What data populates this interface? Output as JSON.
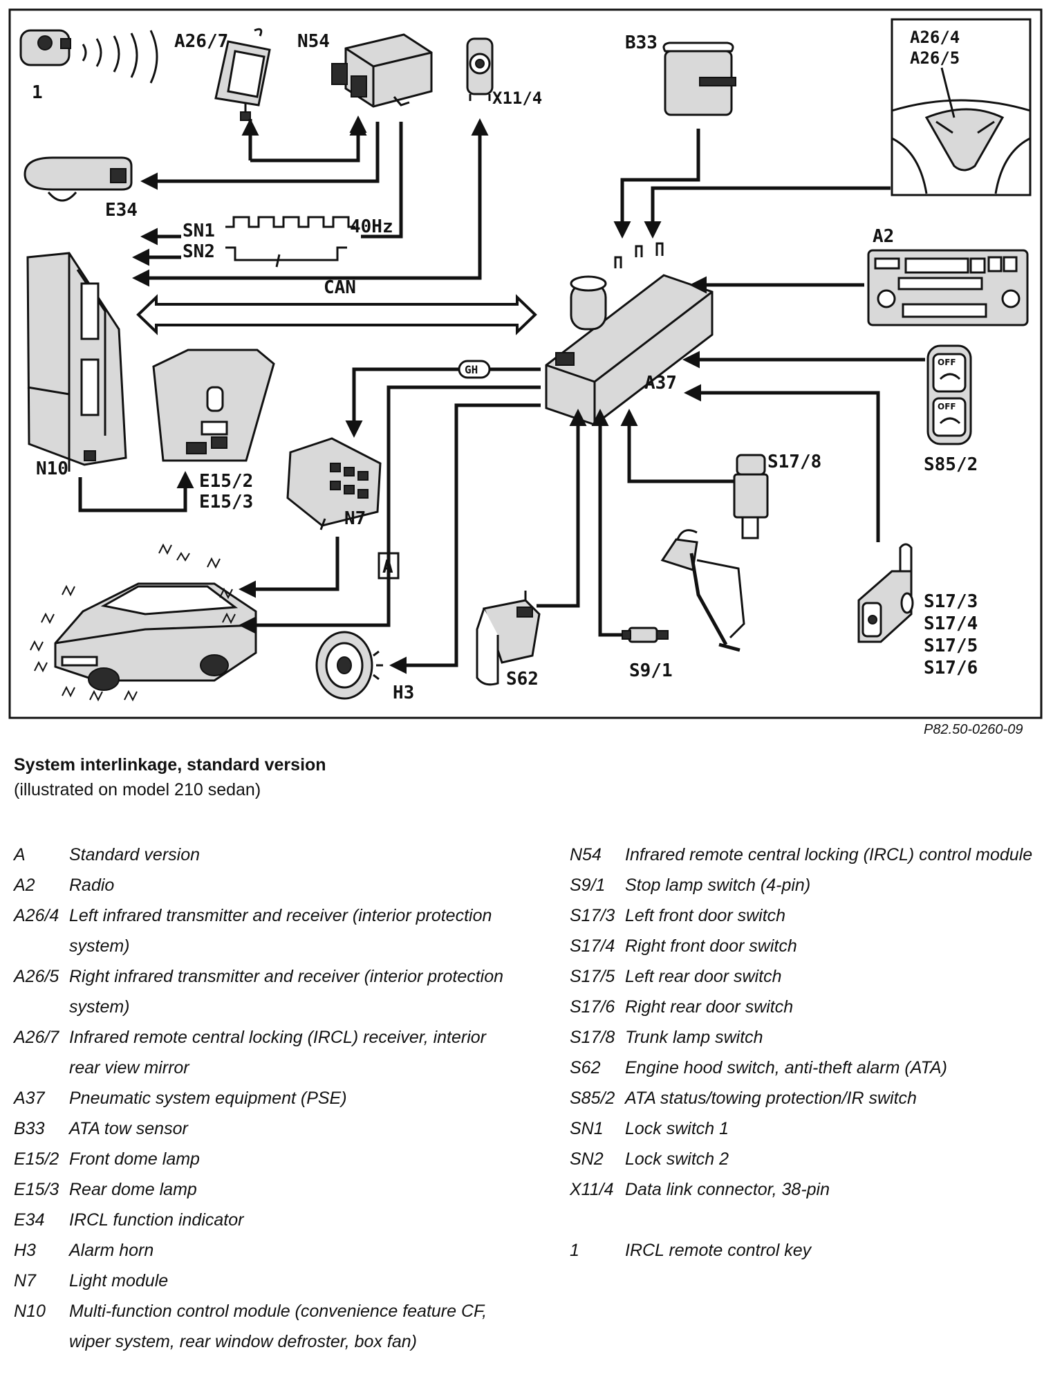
{
  "labels": {
    "key": "1",
    "a26_7": "A26/7",
    "n54": "N54",
    "x11_4": "X11/4",
    "b33": "B33",
    "a26_4": "A26/4",
    "a26_5": "A26/5",
    "e34": "E34",
    "sn1": "SN1",
    "sn2": "SN2",
    "hz": "40Hz",
    "can": "CAN",
    "a2": "A2",
    "n10": "N10",
    "e15_2": "E15/2",
    "e15_3": "E15/3",
    "n7": "N7",
    "a37": "A37",
    "gh": "GH",
    "s17_8": "S17/8",
    "s85_2": "S85/2",
    "a": "A",
    "s17_3": "S17/3",
    "s17_4": "S17/4",
    "s17_5": "S17/5",
    "s17_6": "S17/6",
    "h3": "H3",
    "s62": "S62",
    "s9_1": "S9/1",
    "off1": "OFF",
    "off2": "OFF"
  },
  "figure_code": "P82.50-0260-09",
  "caption": {
    "title": "System interlinkage, standard version",
    "subtitle": "(illustrated on model 210 sedan)"
  },
  "legend_left": [
    {
      "key": "A",
      "text": "Standard version"
    },
    {
      "key": "A2",
      "text": "Radio"
    },
    {
      "key": "A26/4",
      "text": "Left infrared transmitter and receiver (interior protection system)"
    },
    {
      "key": "A26/5",
      "text": "Right infrared transmitter and receiver (interior protection system)"
    },
    {
      "key": "A26/7",
      "text": "Infrared remote central locking (IRCL) receiver, interior rear view mirror"
    },
    {
      "key": "A37",
      "text": "Pneumatic system equipment (PSE)"
    },
    {
      "key": "B33",
      "text": "ATA tow sensor"
    },
    {
      "key": "E15/2",
      "text": "Front dome lamp"
    },
    {
      "key": "E15/3",
      "text": "Rear dome lamp"
    },
    {
      "key": "E34",
      "text": "IRCL function indicator"
    },
    {
      "key": "H3",
      "text": "Alarm horn"
    },
    {
      "key": "N7",
      "text": "Light module"
    },
    {
      "key": "N10",
      "text": "Multi-function control module (convenience feature CF, wiper system, rear window defroster, box fan)"
    }
  ],
  "legend_right": [
    {
      "key": "N54",
      "text": "Infrared remote central locking (IRCL) control module"
    },
    {
      "key": "S9/1",
      "text": "Stop lamp switch (4-pin)"
    },
    {
      "key": "S17/3",
      "text": "Left front door switch"
    },
    {
      "key": "S17/4",
      "text": "Right front door switch"
    },
    {
      "key": "S17/5",
      "text": "Left rear door switch"
    },
    {
      "key": "S17/6",
      "text": "Right rear door switch"
    },
    {
      "key": "S17/8",
      "text": "Trunk lamp switch"
    },
    {
      "key": "S62",
      "text": "Engine hood switch, anti-theft alarm (ATA)"
    },
    {
      "key": "S85/2",
      "text": "ATA status/towing protection/IR switch"
    },
    {
      "key": "SN1",
      "text": "Lock switch 1"
    },
    {
      "key": "SN2",
      "text": "Lock switch 2"
    },
    {
      "key": "X11/4",
      "text": "Data link connector, 38-pin"
    },
    {
      "key": "",
      "text": ""
    },
    {
      "key": "1",
      "text": "IRCL remote control key"
    }
  ]
}
